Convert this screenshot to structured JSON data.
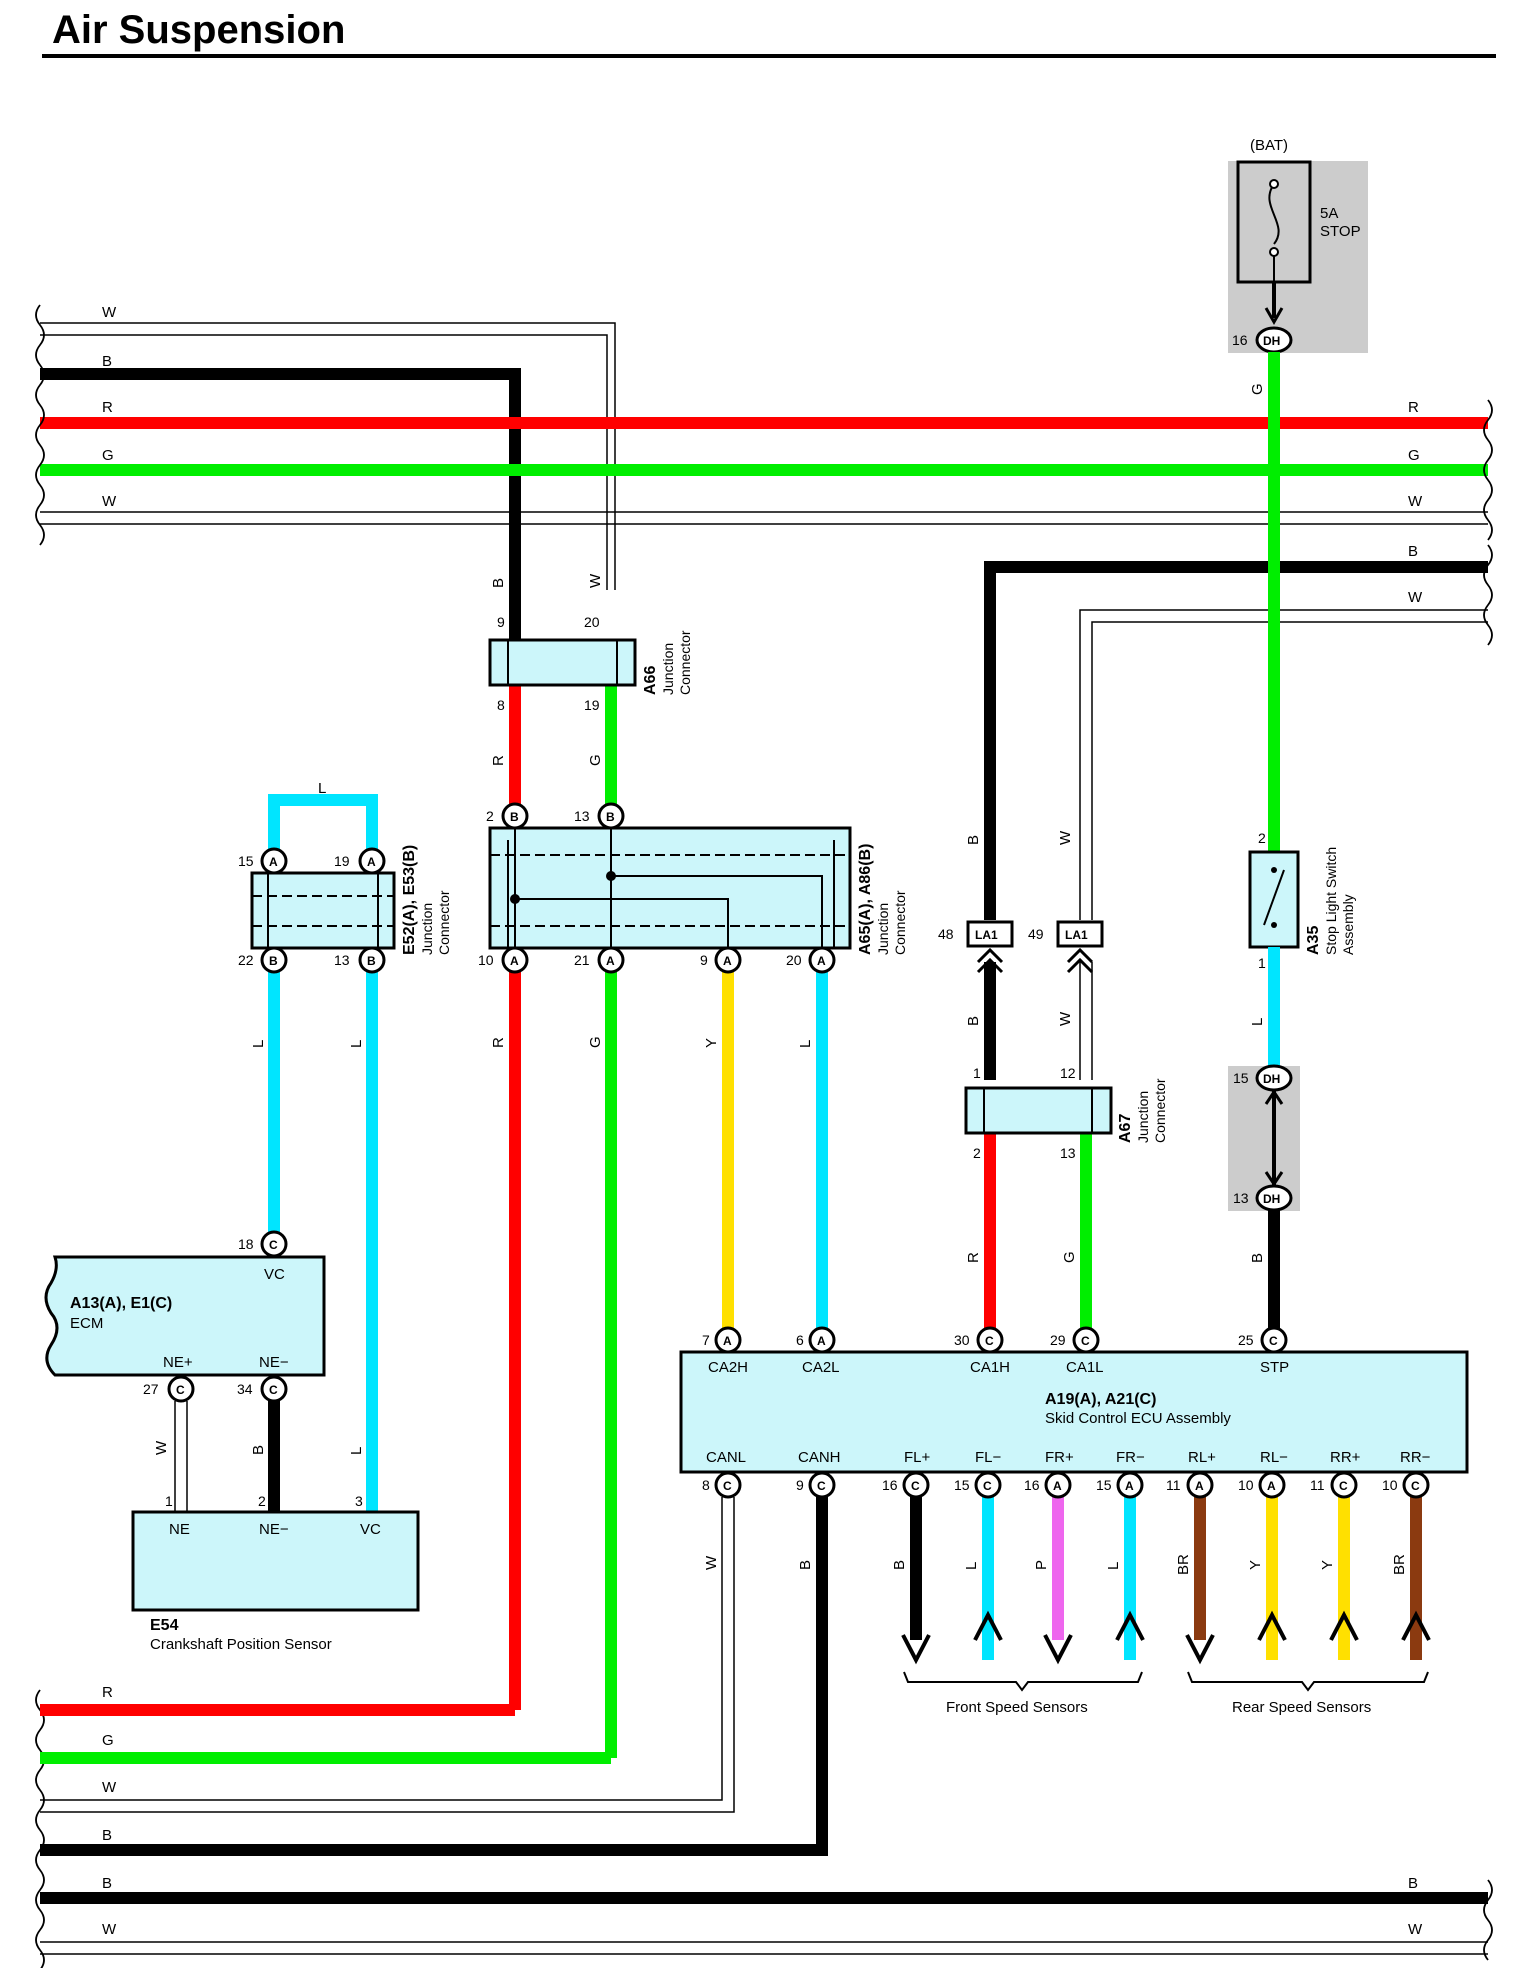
{
  "title": "Air Suspension",
  "colors": {
    "black": "#000000",
    "red": "#ff0000",
    "green": "#00ee00",
    "light_blue": "#00e5ff",
    "yellow": "#ffe000",
    "pink": "#ee66ee",
    "brown": "#8b3a10",
    "white": "#ffffff",
    "box_fill": "#ccf6fa",
    "shade": "#cccccc"
  },
  "wire_labels": {
    "W": "W",
    "B": "B",
    "R": "R",
    "G": "G",
    "L": "L",
    "Y": "Y",
    "P": "P",
    "BR": "BR"
  },
  "components": {
    "fuse": {
      "source": "(BAT)",
      "rating": "5A",
      "name": "STOP",
      "connector": "DH",
      "pin": "16"
    },
    "a66": {
      "code": "A66",
      "name1": "Junction",
      "name2": "Connector",
      "pins_top": [
        "9",
        "20"
      ],
      "pins_bottom": [
        "8",
        "19"
      ]
    },
    "a65": {
      "code": "A65(A), A86(B)",
      "name1": "Junction",
      "name2": "Connector",
      "pins_top": [
        {
          "pin": "2",
          "conn": "B"
        },
        {
          "pin": "13",
          "conn": "B"
        }
      ],
      "pins_bottom": [
        {
          "pin": "10",
          "conn": "A"
        },
        {
          "pin": "21",
          "conn": "A"
        },
        {
          "pin": "9",
          "conn": "A"
        },
        {
          "pin": "20",
          "conn": "A"
        }
      ]
    },
    "e52": {
      "code": "E52(A), E53(B)",
      "name1": "Junction",
      "name2": "Connector",
      "pins_top": [
        {
          "pin": "15",
          "conn": "A"
        },
        {
          "pin": "19",
          "conn": "A"
        }
      ],
      "pins_bottom": [
        {
          "pin": "22",
          "conn": "B"
        },
        {
          "pin": "13",
          "conn": "B"
        }
      ]
    },
    "la1": {
      "conn": "LA1",
      "pins": [
        "48",
        "49"
      ]
    },
    "a67": {
      "code": "A67",
      "name1": "Junction",
      "name2": "Connector",
      "pins_top": [
        "1",
        "12"
      ],
      "pins_bottom": [
        "2",
        "13"
      ]
    },
    "a35": {
      "code": "A35",
      "name1": "Stop Light Switch",
      "name2": "Assembly",
      "pins": [
        "2",
        "1"
      ]
    },
    "dh_mid": {
      "conn": "DH",
      "pins": [
        "15",
        "13"
      ]
    },
    "ecm": {
      "code": "A13(A), E1(C)",
      "name": "ECM",
      "pin_vc": "18",
      "term_vc": "VC",
      "pin_nep": "27",
      "term_nep": "NE+",
      "pin_nem": "34",
      "term_nem": "NE−",
      "conn_c": "C"
    },
    "e54": {
      "code": "E54",
      "name": "Crankshaft Position Sensor",
      "terms": [
        "NE",
        "NE−",
        "VC"
      ],
      "pins": [
        "1",
        "2",
        "3"
      ]
    },
    "skid": {
      "code": "A19(A), A21(C)",
      "name": "Skid Control ECU Assembly",
      "top_pins": [
        {
          "pin": "7",
          "conn": "A",
          "term": "CA2H"
        },
        {
          "pin": "6",
          "conn": "A",
          "term": "CA2L"
        },
        {
          "pin": "30",
          "conn": "C",
          "term": "CA1H"
        },
        {
          "pin": "29",
          "conn": "C",
          "term": "CA1L"
        },
        {
          "pin": "25",
          "conn": "C",
          "term": "STP"
        }
      ],
      "bottom_pins": [
        {
          "pin": "8",
          "conn": "C",
          "term": "CANL"
        },
        {
          "pin": "9",
          "conn": "C",
          "term": "CANH"
        },
        {
          "pin": "16",
          "conn": "C",
          "term": "FL+"
        },
        {
          "pin": "15",
          "conn": "C",
          "term": "FL−"
        },
        {
          "pin": "16",
          "conn": "A",
          "term": "FR+"
        },
        {
          "pin": "15",
          "conn": "A",
          "term": "FR−"
        },
        {
          "pin": "11",
          "conn": "A",
          "term": "RL+"
        },
        {
          "pin": "10",
          "conn": "A",
          "term": "RL−"
        },
        {
          "pin": "11",
          "conn": "C",
          "term": "RR+"
        },
        {
          "pin": "10",
          "conn": "C",
          "term": "RR−"
        }
      ]
    }
  },
  "groups": {
    "front": "Front Speed Sensors",
    "rear": "Rear Speed Sensors"
  }
}
